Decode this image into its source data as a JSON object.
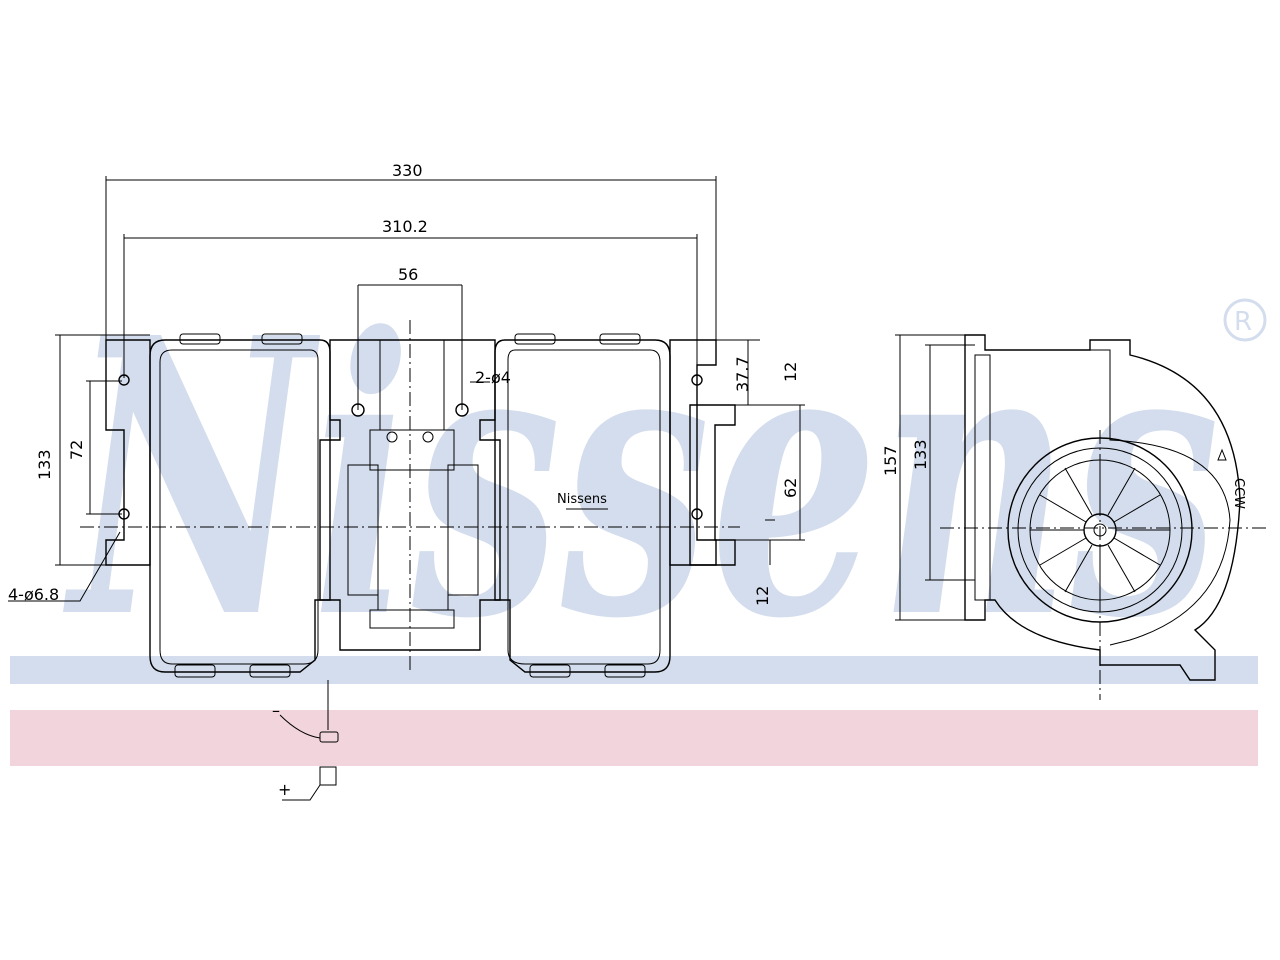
{
  "watermark": {
    "brand": "Nissens",
    "registered_mark": "®",
    "band_color": "#d3dded",
    "accent_band_color": "#f2d5dc"
  },
  "dimensions": {
    "overall_width": "330",
    "mount_pitch": "310.2",
    "center_gap": "56",
    "small_holes": "2-ø4",
    "mount_holes": "4-ø6.8",
    "height_total": "133",
    "hole_spacing": "72",
    "top_offset": "37.7",
    "flange_top": "12",
    "flange_mid": "62",
    "flange_bottom": "12",
    "side_height_outer": "157",
    "side_height_inner": "133"
  },
  "labels": {
    "housing_brand": "Nissens",
    "rotation_mark": "CCW",
    "connector_minus": "–",
    "connector_plus": "+"
  }
}
